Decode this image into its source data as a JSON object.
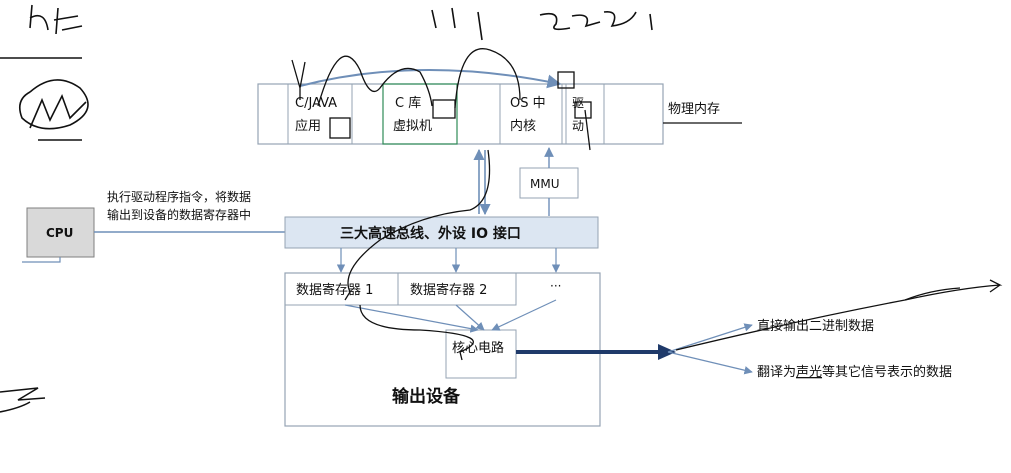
{
  "memory": {
    "cell_app": "C/JAVA\n应用",
    "cell_lib": "C 库\n虚拟机",
    "cell_os": "OS 中\n内核",
    "cell_driver": "驱\n动",
    "label": "物理内存"
  },
  "mmu": "MMU",
  "cpu": "CPU",
  "cpu_note": "执行驱动程序指令，将数据\n输出到设备的数据寄存器中",
  "bus": "三大高速总线、外设 IO 接口",
  "device": {
    "reg1": "数据寄存器 1",
    "reg2": "数据寄存器 2",
    "ellipsis": "···",
    "core": "核心电路",
    "title": "输出设备"
  },
  "outputs": {
    "direct": "直接输出二进制数据",
    "translate_prefix": "翻译为",
    "translate_underlined": "声光",
    "translate_suffix": "等其它信号表示的数据"
  },
  "colors": {
    "bus_fill": "#dce6f2",
    "cpu_fill": "#d9d9d9",
    "box_stroke": "#95a3b3",
    "arrow": "#6f8fb8",
    "arrow_dark": "#1f3a6a",
    "lib_border": "#2e8b57",
    "ink": "#111111"
  }
}
